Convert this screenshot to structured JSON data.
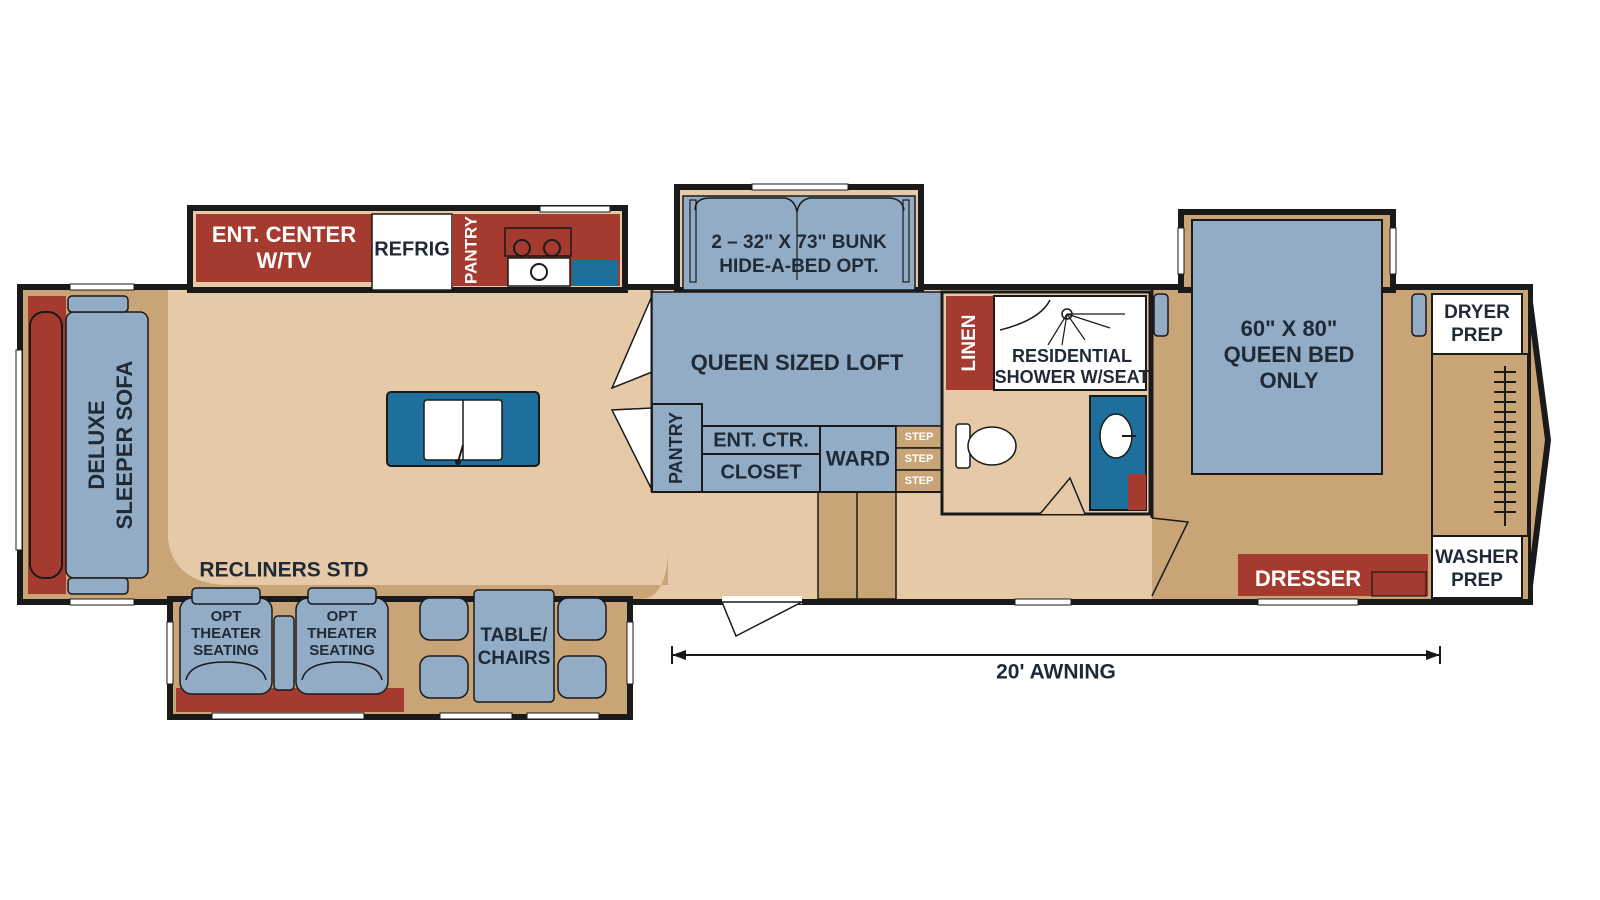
{
  "labels": {
    "ent_center": [
      "ENT. CENTER",
      "W/TV"
    ],
    "refrig": "REFRIG",
    "pantry_top": "PANTRY",
    "bunk": [
      "2 – 32\" X 73\" BUNK",
      "HIDE-A-BED OPT."
    ],
    "queen_loft": "QUEEN SIZED LOFT",
    "linen": "LINEN",
    "shower": [
      "RESIDENTIAL",
      "SHOWER W/SEAT"
    ],
    "queen_bed": [
      "60\" X 80\"",
      "QUEEN BED",
      "ONLY"
    ],
    "dryer": [
      "DRYER",
      "PREP"
    ],
    "sofa": [
      "DELUXE",
      "SLEEPER SOFA"
    ],
    "pantry_mid": "PANTRY",
    "ent_ctr": "ENT. CTR.",
    "closet": "CLOSET",
    "ward": "WARD",
    "step": "STEP",
    "recliners": "RECLINERS STD",
    "theater": [
      "OPT",
      "THEATER",
      "SEATING"
    ],
    "table": [
      "TABLE/",
      "CHAIRS"
    ],
    "dresser": "DRESSER",
    "washer": [
      "WASHER",
      "PREP"
    ],
    "awning": "20' AWNING"
  },
  "colors": {
    "floor_light": "#e6c9a6",
    "floor_tan": "#c8a477",
    "blue_gray": "#93acc6",
    "cabinet_red": "#a53a2e",
    "sink_blue": "#1e6f9c",
    "wall": "#1a1a1a",
    "window": "#ffffff"
  }
}
